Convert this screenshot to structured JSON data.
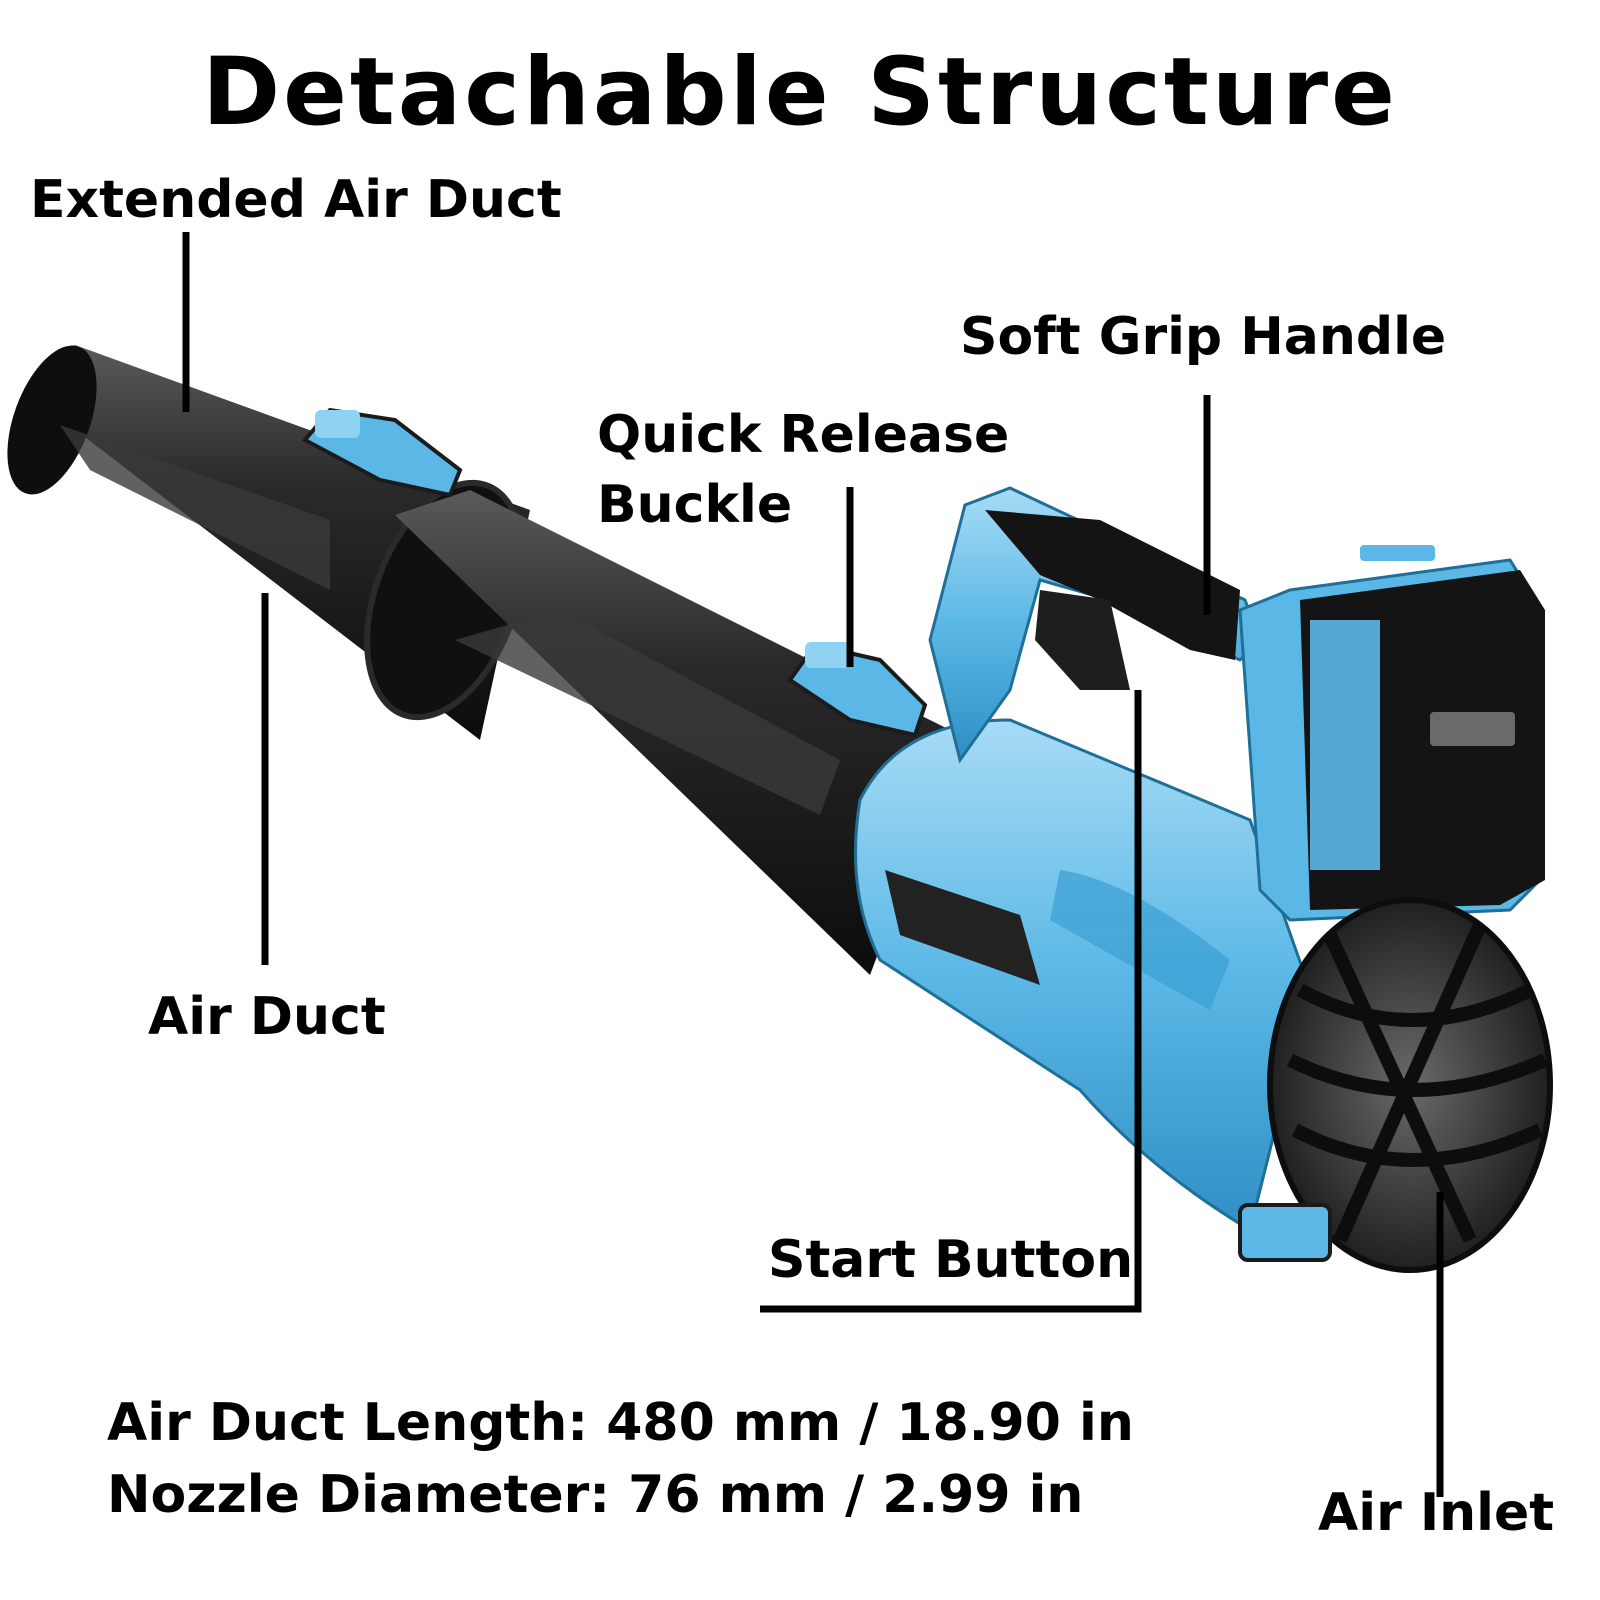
{
  "title": "Detachable Structure",
  "labels": {
    "extended_air_duct": "Extended Air Duct",
    "soft_grip_handle": "Soft Grip Handle",
    "quick_release_line1": "Quick Release",
    "quick_release_line2": "Buckle",
    "air_duct": "Air Duct",
    "start_button": "Start Button",
    "air_inlet": "Air Inlet"
  },
  "specs": {
    "duct_length": "Air Duct Length: 480 mm / 18.90 in",
    "nozzle_diameter": "Nozzle Diameter: 76 mm / 2.99 in"
  },
  "colors": {
    "accent_blue": "#5bb8e6",
    "body_black": "#1b1b1b",
    "leader": "#000000",
    "background": "#ffffff"
  }
}
